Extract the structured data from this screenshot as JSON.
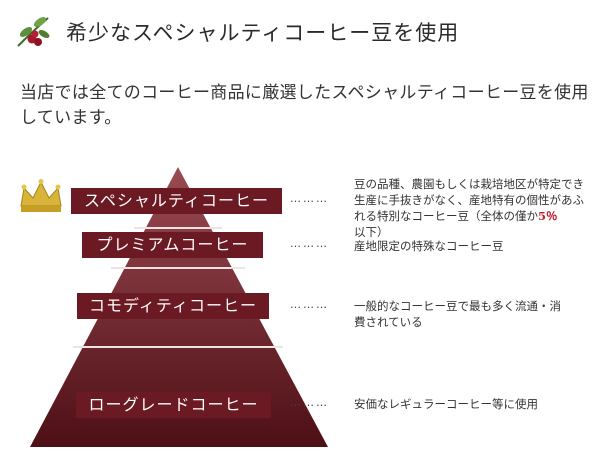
{
  "heading": {
    "title": "希少なスペシャルティコーヒー豆を使用",
    "icon": "coffee-branch-icon"
  },
  "intro": {
    "text": "当店では全てのコーヒー商品に厳選したスペシャルティコーヒー豆を使用しています。"
  },
  "pyramid": {
    "crown_icon": "crown-icon",
    "colors": {
      "label_bg": "#6b1a23",
      "pyramid_dark": "#5a1218",
      "pyramid_light": "#8a3d44"
    },
    "tiers": [
      {
        "label": "スペシャルティコーヒー",
        "dots": "………",
        "desc_pre": "豆の品種、農園もしくは栽培地区が特定でき生産に手抜きがなく、産地特有の個性があふれる特別なコーヒー豆（全体の僅か",
        "desc_highlight": "5％",
        "desc_post": "以下）"
      },
      {
        "label": "プレミアムコーヒー",
        "dots": "………",
        "desc_pre": "産地限定の特殊なコーヒー豆"
      },
      {
        "label": "コモディティコーヒー",
        "dots": "………",
        "desc_pre": "一般的なコーヒー豆で最も多く流通・消費されている"
      },
      {
        "label": "ローグレードコーヒー",
        "dots": "………",
        "desc_pre": "安価なレギュラーコーヒー等に使用"
      }
    ]
  }
}
